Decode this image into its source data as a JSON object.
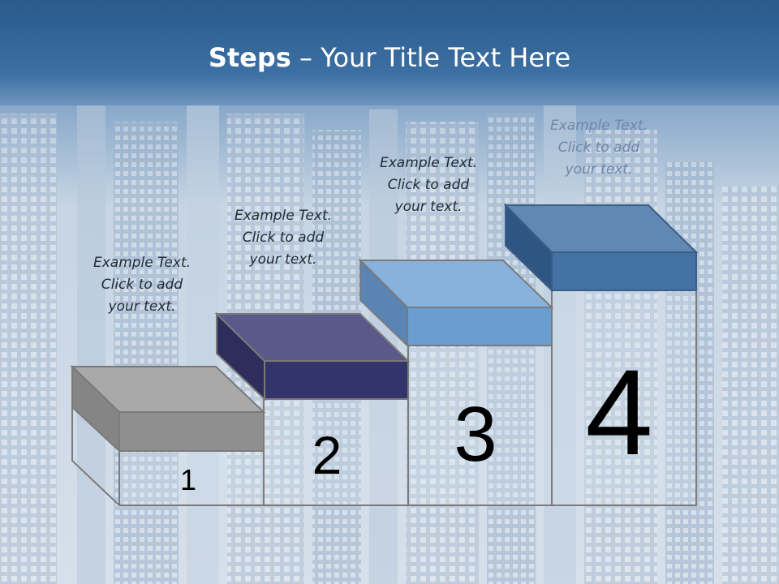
{
  "slide": {
    "title_bold": "Steps",
    "title_rest": " – Your Title Text Here"
  },
  "steps": [
    {
      "number": "1",
      "text_lines": [
        "Example Text.",
        "Click  to add",
        "your text."
      ],
      "color": "#9a9a9a"
    },
    {
      "number": "2",
      "text_lines": [
        "Example Text.",
        "Click  to add",
        "your text."
      ],
      "color": "#363670"
    },
    {
      "number": "3",
      "text_lines": [
        "Example Text.",
        "Click  to add",
        "your text."
      ],
      "color": "#6b9ccf"
    },
    {
      "number": "4",
      "text_lines": [
        "Example Text.",
        "Click  to add",
        "your text."
      ],
      "color": "#3f6e9e"
    }
  ],
  "colors": {
    "title_bar": "#3a6ea3",
    "background": "#c9d6e4",
    "outline": "#7a7a7a"
  }
}
